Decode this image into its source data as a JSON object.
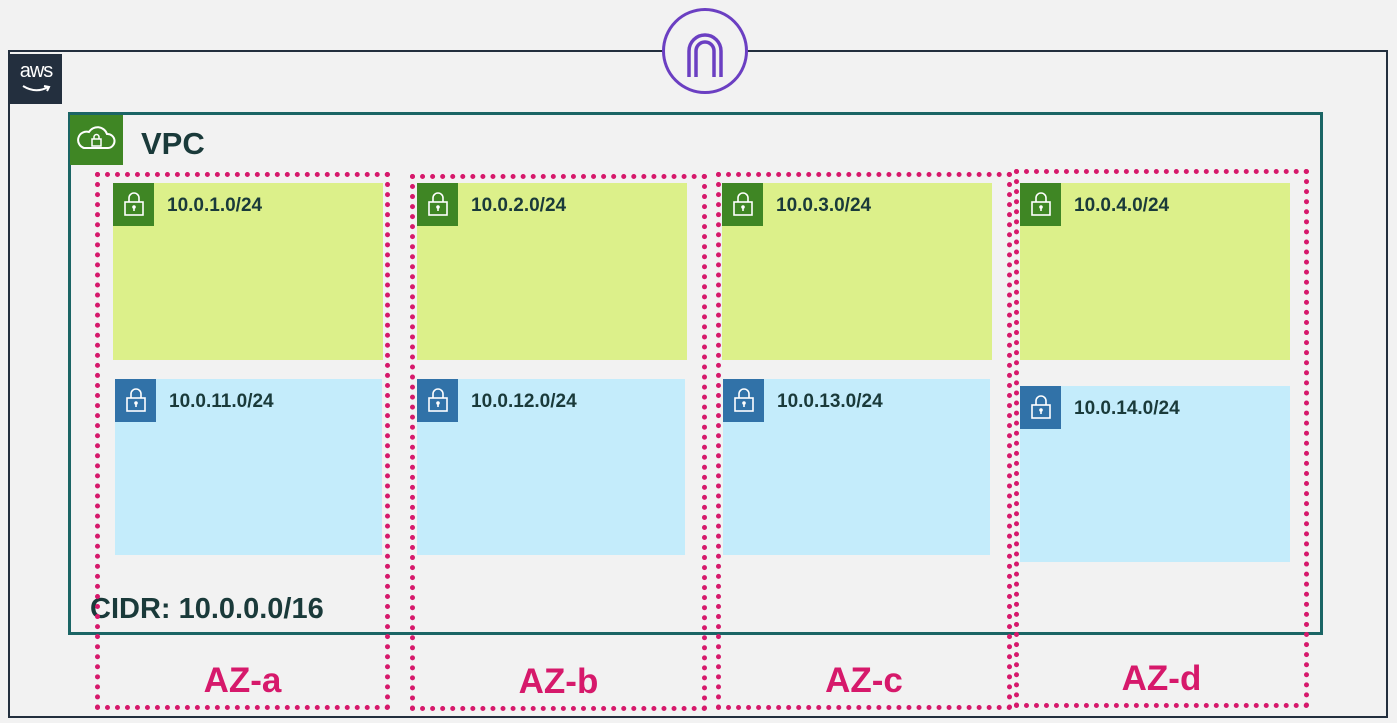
{
  "aws": {
    "logo_text": "aws"
  },
  "vpc": {
    "label": "VPC",
    "cidr": "CIDR: 10.0.0.0/16"
  },
  "icons": {
    "aws_logo": "aws-smile-logo",
    "internet_gateway": "internet-gateway-icon",
    "vpc": "cloud-lock-icon",
    "subnet": "padlock-icon"
  },
  "colors": {
    "aws_frame": "#232f3e",
    "vpc_border": "#1b6565",
    "public_subnet": "#dcf08a",
    "private_subnet": "#c4ecfb",
    "public_icon": "#3f8624",
    "private_icon": "#3172a8",
    "az_border": "#d6196b",
    "internet_gateway": "#6b3fc2"
  },
  "availability_zones": [
    {
      "label": "AZ-a",
      "public_subnet": "10.0.1.0/24",
      "private_subnet": "10.0.11.0/24"
    },
    {
      "label": "AZ-b",
      "public_subnet": "10.0.2.0/24",
      "private_subnet": "10.0.12.0/24"
    },
    {
      "label": "AZ-c",
      "public_subnet": "10.0.3.0/24",
      "private_subnet": "10.0.13.0/24"
    },
    {
      "label": "AZ-d",
      "public_subnet": "10.0.4.0/24",
      "private_subnet": "10.0.14.0/24"
    }
  ]
}
